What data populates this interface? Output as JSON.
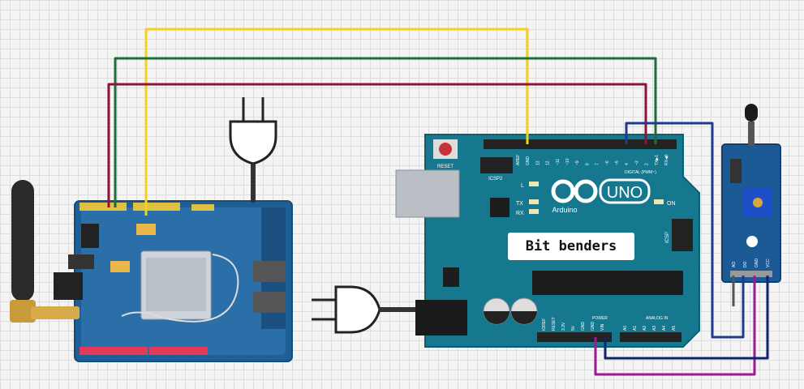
{
  "diagram": {
    "label": "Bit benders",
    "arduino": {
      "logo_text": "UNO",
      "brand": "Arduino",
      "reset_label": "RESET",
      "icsp2_label": "ICSP2",
      "icsp_label": "ICSP",
      "on_label": "ON",
      "l_label": "L",
      "tx_label": "TX",
      "rx_label": "RX",
      "digital_label": "DIGITAL (PWM~)",
      "power_label": "POWER",
      "analog_label": "ANALOG IN",
      "top_pins": [
        "AREF",
        "GND",
        "13",
        "12",
        "~11",
        "~10",
        "~9",
        "8",
        "7",
        "~6",
        "~5",
        "4",
        "~3",
        "2",
        "TX▶1",
        "RX◀0"
      ],
      "power_pins": [
        "IOREF",
        "RESET",
        "3.3V",
        "5V",
        "GND",
        "GND",
        "VIN"
      ],
      "analog_pins": [
        "A0",
        "A1",
        "A2",
        "A3",
        "A4",
        "A5"
      ]
    },
    "sensor": {
      "pins": [
        "AO",
        "DO",
        "GND",
        "VCC"
      ]
    },
    "wire_colors": {
      "yellow": "#f2d21b",
      "green": "#1f6b3a",
      "red": "#8e1436",
      "blue": "#1f3a8f",
      "magenta": "#9a1c8e",
      "navy": "#10236b"
    },
    "icons": [
      "power-plug-icon",
      "power-plug-icon",
      "antenna-icon",
      "arduino-infinity-icon"
    ]
  }
}
